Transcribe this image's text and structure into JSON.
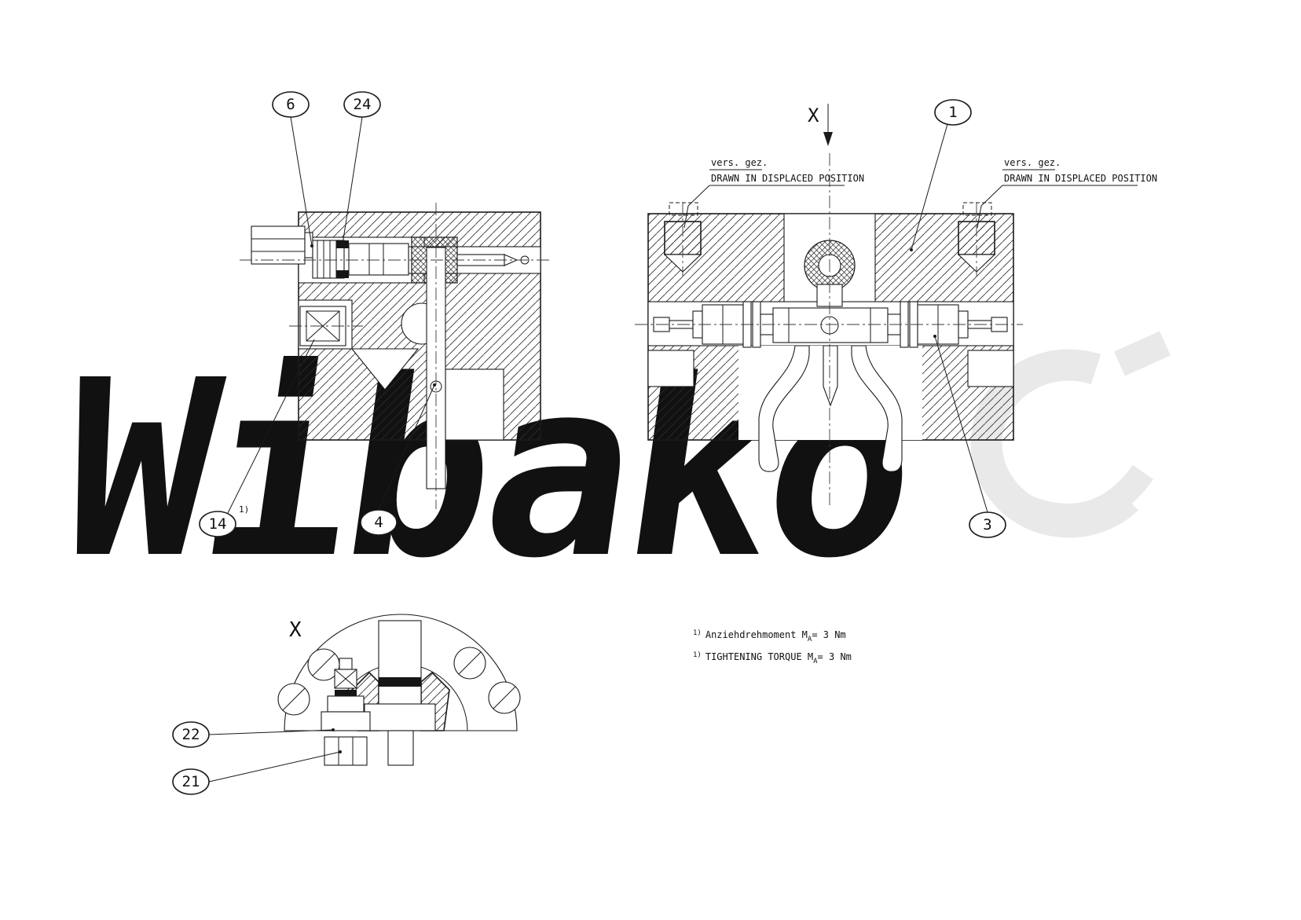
{
  "watermark": {
    "text": "Wibako"
  },
  "view_direction": {
    "label": "X"
  },
  "detail_view": {
    "label": "X"
  },
  "balloons": {
    "b6": "6",
    "b24": "24",
    "b1": "1",
    "b14": "14",
    "b14_ref": "1)",
    "b4": "4",
    "b3": "3",
    "b22": "22",
    "b21": "21"
  },
  "displaced_note": {
    "german": "vers. gez.",
    "english": "DRAWN IN DISPLACED POSITION"
  },
  "torque_notes": {
    "german": {
      "ref": "1)",
      "text": "Anziehdrehmoment M",
      "sub": "A",
      "value": "= 3 Nm"
    },
    "english": {
      "ref": "1)",
      "text": "TIGHTENING TORQUE M",
      "sub": "A",
      "value": "= 3 Nm"
    }
  }
}
